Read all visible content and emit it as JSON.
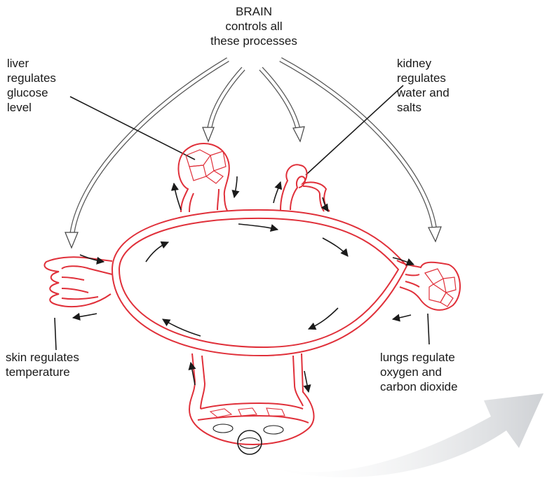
{
  "labels": {
    "brain": [
      "BRAIN",
      "controls all",
      "these processes"
    ],
    "liver": [
      "liver",
      "regulates",
      "glucose",
      "level"
    ],
    "kidney": [
      "kidney",
      "regulates",
      "water and",
      "salts"
    ],
    "skin": [
      "skin regulates",
      "temperature"
    ],
    "lungs": [
      "lungs regulate",
      "oxygen and",
      "carbon dioxide"
    ]
  },
  "colors": {
    "vessel": "#e0303a",
    "ink": "#1a1a1a",
    "watermark": "#c9ccd0"
  }
}
